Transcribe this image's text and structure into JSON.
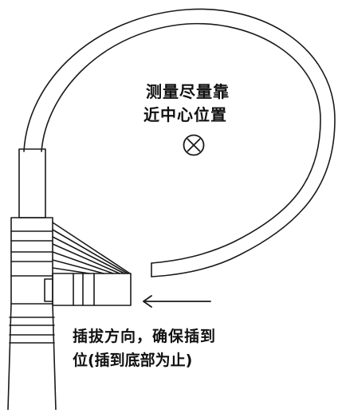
{
  "annotations": {
    "center_note_line1": "测量尽量靠",
    "center_note_line2": "近中心位置",
    "insert_note_line1": "插拔方向，确保插到",
    "insert_note_line2": "位(插到底部为止)"
  },
  "symbols": {
    "center_marker": "circle-x-marker",
    "direction_arrow": "left-arrow"
  },
  "colors": {
    "line": "#1a1a1a",
    "background": "#ffffff"
  }
}
